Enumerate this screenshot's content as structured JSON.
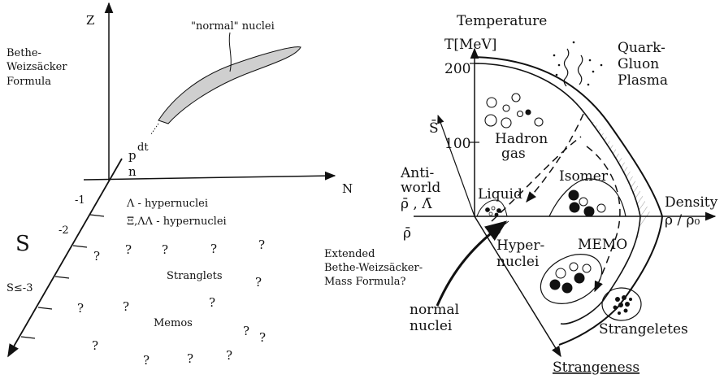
{
  "left": {
    "axis_z": "Z",
    "axis_n": "N",
    "axis_s": "S",
    "bw_line1": "Bethe-",
    "bw_line2": "Weizsäcker",
    "bw_line3": "Formula",
    "normal_nuclei": "\"normal\" nuclei",
    "p_label": "p",
    "dt_label": "dt",
    "n_label": "n",
    "tick_m1": "-1",
    "tick_m2": "-2",
    "s_le_m3": "S≤-3",
    "lambda_hyper": "Λ - hypernuclei",
    "xi_hyper": "Ξ,ΛΛ - hypernuclei",
    "q": "?",
    "stranglets": "Stranglets",
    "memos": "Memos",
    "extended1": "Extended",
    "extended2": "Bethe-Weizsäcker-",
    "extended3": "Mass Formula?"
  },
  "right": {
    "temperature": "Temperature",
    "tmev": "T[MeV]",
    "t200": "200",
    "t100": "100",
    "qgp1": "Quark-",
    "qgp2": "Gluon",
    "qgp3": "Plasma",
    "hadron1": "Hadron",
    "hadron2": "gas",
    "isomer": "Isomer",
    "sbar": "S̄",
    "antiworld1": "Anti-",
    "antiworld2": "world",
    "rhobar_lambdabar": "ρ̄ , Λ̄",
    "rhobar": "ρ̄",
    "liquid": "Liquid",
    "density": "Density",
    "rho_rho0": "ρ / ρ₀",
    "hyper1": "Hyper-",
    "hyper2": "nuclei",
    "memo": "MEMO",
    "normal1": "normal",
    "normal2": "nuclei",
    "strangeletes": "Strangeletes",
    "strangeness": "Strangeness"
  }
}
